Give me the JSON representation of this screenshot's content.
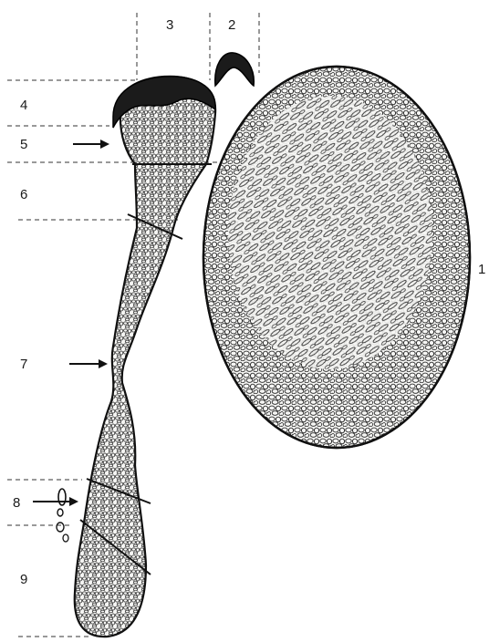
{
  "labels": {
    "l1": "1",
    "l2": "2",
    "l3": "3",
    "l4": "4",
    "l5": "5",
    "l6": "6",
    "l7": "7",
    "l8": "8",
    "l9": "9"
  },
  "colors": {
    "ink": "#111111",
    "paper": "#ffffff",
    "tissue_fill": "#f4f4f2"
  }
}
